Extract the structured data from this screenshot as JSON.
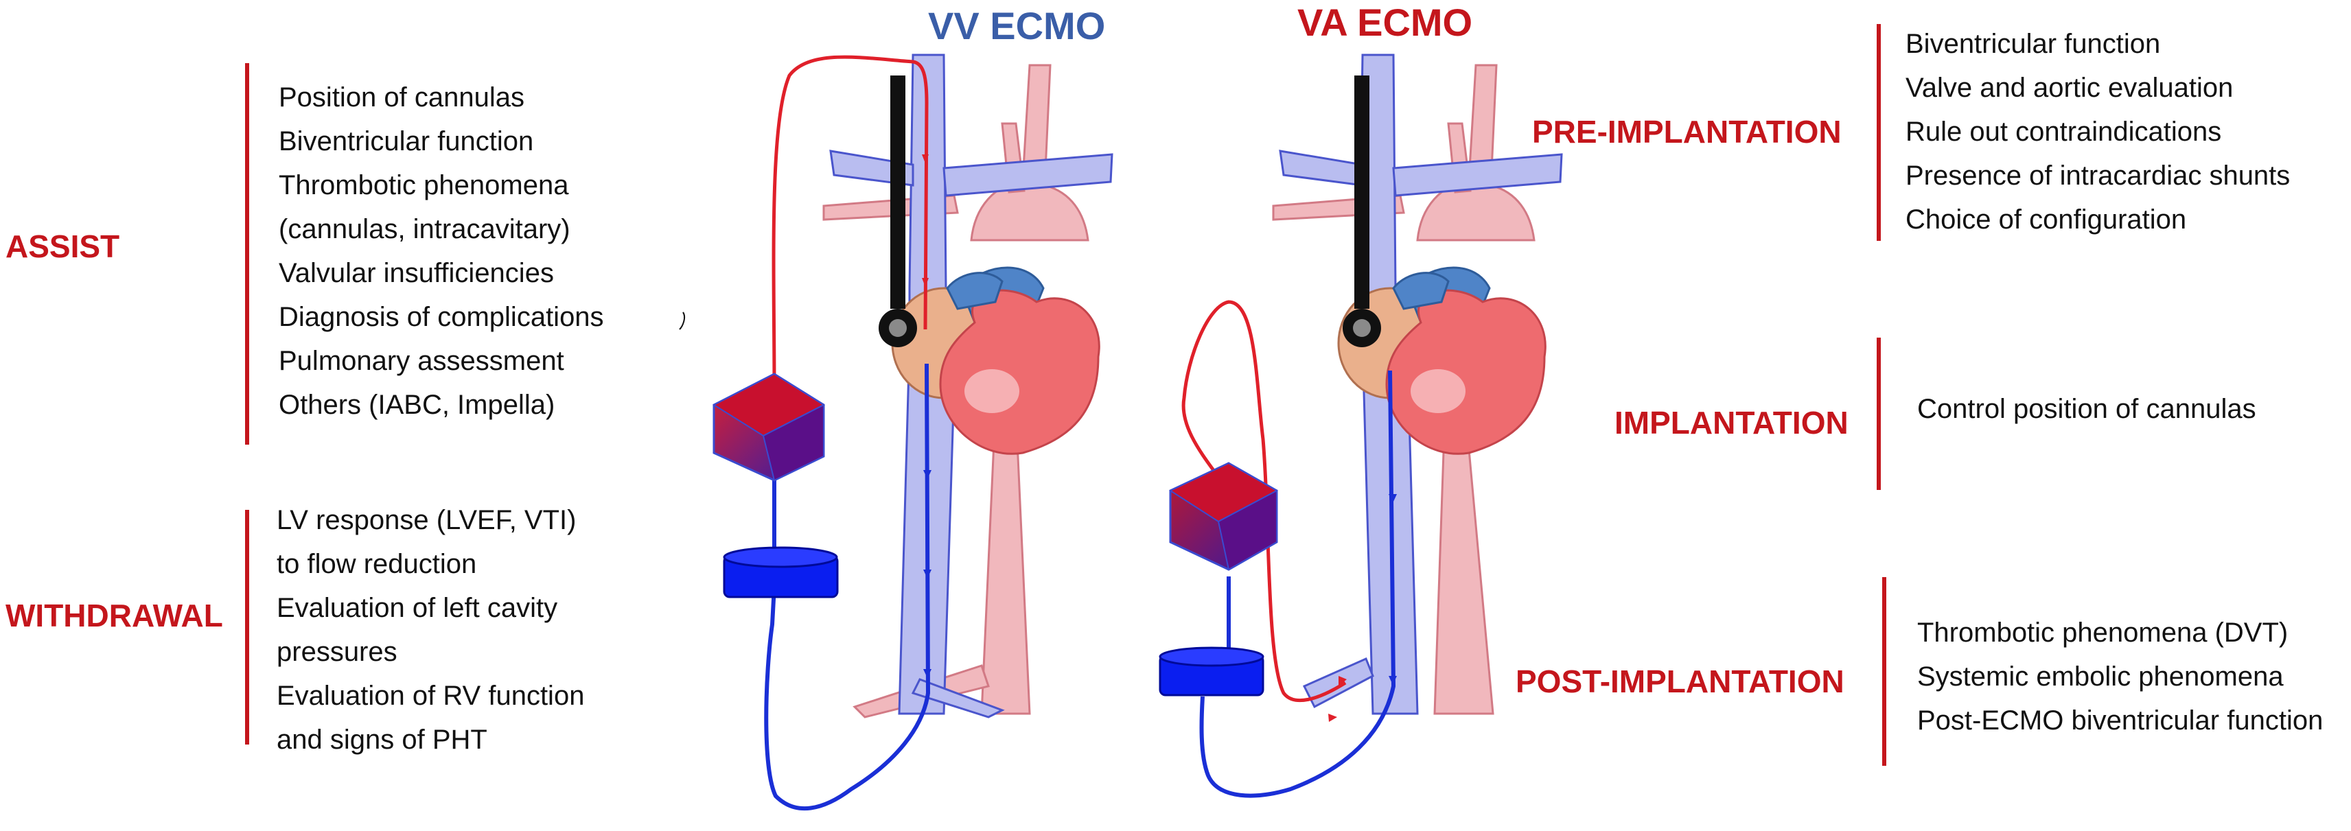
{
  "titles": {
    "vv": "VV ECMO",
    "va": "VA ECMO"
  },
  "left_sections": {
    "assist": {
      "label": "ASSIST",
      "items": [
        "Position of cannulas",
        "Biventricular function",
        "Thrombotic phenomena",
        "(cannulas, intracavitary)",
        "Valvular insufficiencies",
        "Diagnosis of complications",
        "Pulmonary assessment",
        "Others (IABC, Impella)"
      ]
    },
    "withdrawal": {
      "label": "WITHDRAWAL",
      "items": [
        "LV response (LVEF, VTI)",
        "to flow reduction",
        "Evaluation of left cavity",
        "pressures",
        "Evaluation of RV function",
        "and signs of PHT"
      ]
    }
  },
  "right_sections": {
    "pre": {
      "label": "PRE-IMPLANTATION",
      "items": [
        "Biventricular function",
        "Valve and aortic evaluation",
        "Rule out contraindications",
        "Presence of intracardiac shunts",
        "Choice of configuration"
      ]
    },
    "impl": {
      "label": "IMPLANTATION",
      "items": [
        "Control position of cannulas"
      ]
    },
    "post": {
      "label": "POST-IMPLANTATION",
      "items": [
        "Thrombotic phenomena (DVT)",
        "Systemic embolic phenomena",
        "Post-ECMO biventricular function"
      ]
    }
  },
  "colors": {
    "accent_red": "#c4161c",
    "vv_title": "#3a5ea8",
    "cannula_blue": "#1a2fd6",
    "cannula_red": "#e0202a",
    "vein": "#b9bdf0",
    "artery": "#f1b8bd"
  },
  "icons": [
    "heart-illustration",
    "oxygenator-icon",
    "pump-icon",
    "ultrasound-probe-icon"
  ]
}
